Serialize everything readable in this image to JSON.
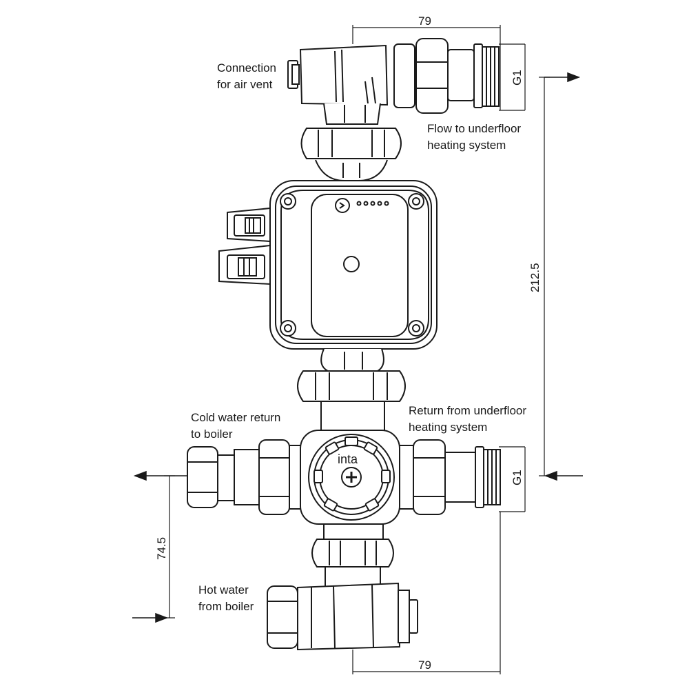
{
  "labels": {
    "air_vent": [
      "Connection",
      "for air vent"
    ],
    "flow_to_ufh": [
      "Flow to underfloor",
      "heating system"
    ],
    "return_from_ufh": [
      "Return from underfloor",
      "heating system"
    ],
    "cold_return": [
      "Cold water return",
      "to boiler"
    ],
    "hot_from_boiler": [
      "Hot water",
      "from boiler"
    ]
  },
  "dimensions": {
    "top_width": "79",
    "bottom_width": "79",
    "vertical_span": "212.5",
    "left_span": "74.5",
    "thread_top": "G1",
    "thread_mid": "G1"
  },
  "brand": "inta",
  "colors": {
    "line": "#1a1a1a",
    "fill": "#ffffff"
  }
}
